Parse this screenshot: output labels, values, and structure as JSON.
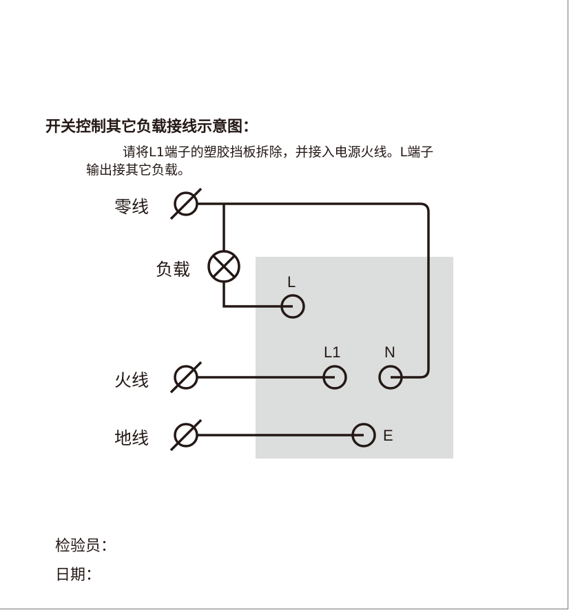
{
  "title": "开关控制其它负载接线示意图：",
  "instructions": {
    "line1": "请将L1端子的塑胶挡板拆除，并接入电源火线。L端子",
    "line2": "输出接其它负载。"
  },
  "diagram": {
    "wires": {
      "neutral": "零线",
      "load": "负载",
      "live": "火线",
      "earth": "地线"
    },
    "terminals": {
      "L": "L",
      "L1": "L1",
      "N": "N",
      "E": "E"
    },
    "colors": {
      "panel": "#dcdddd",
      "line": "#231815"
    }
  },
  "footer": {
    "inspector": "检验员：",
    "date": "日期："
  }
}
